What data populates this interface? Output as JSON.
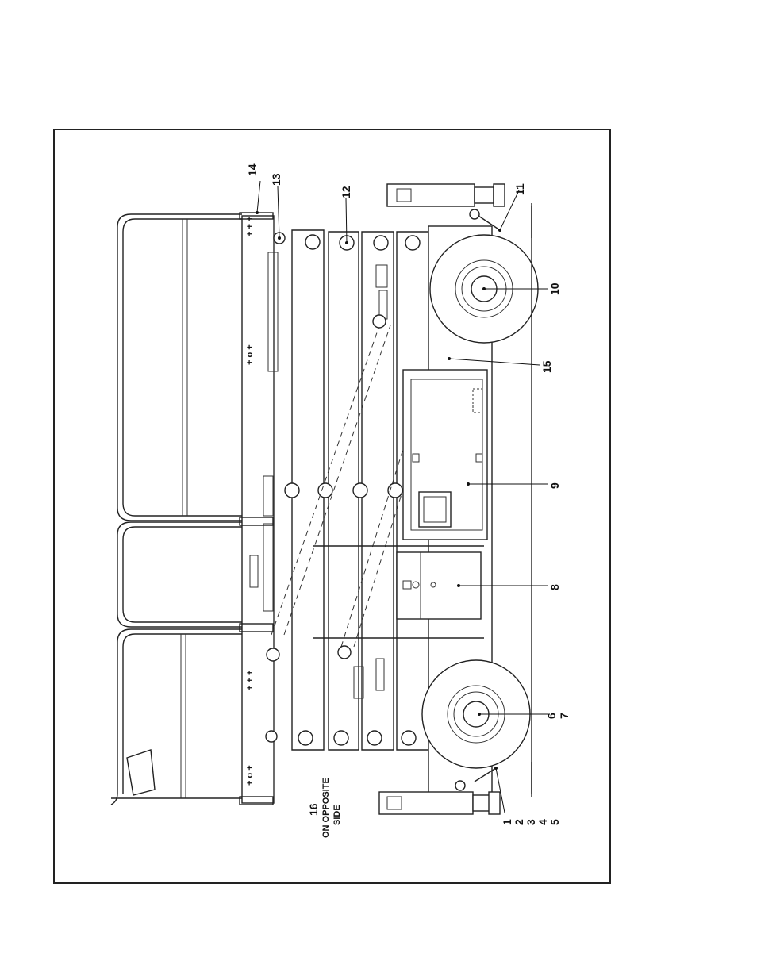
{
  "callouts": {
    "c1": "1",
    "c2": "2",
    "c3": "3",
    "c4": "4",
    "c5": "5",
    "c6": "6",
    "c7": "7",
    "c8": "8",
    "c9": "9",
    "c10": "10",
    "c11": "11",
    "c12": "12",
    "c13": "13",
    "c14": "14",
    "c15": "15",
    "c16": "16"
  },
  "note": {
    "line1": "ON OPPOSITE",
    "line2": "SIDE"
  },
  "colors": {
    "ink": "#222222",
    "paper": "#ffffff"
  }
}
